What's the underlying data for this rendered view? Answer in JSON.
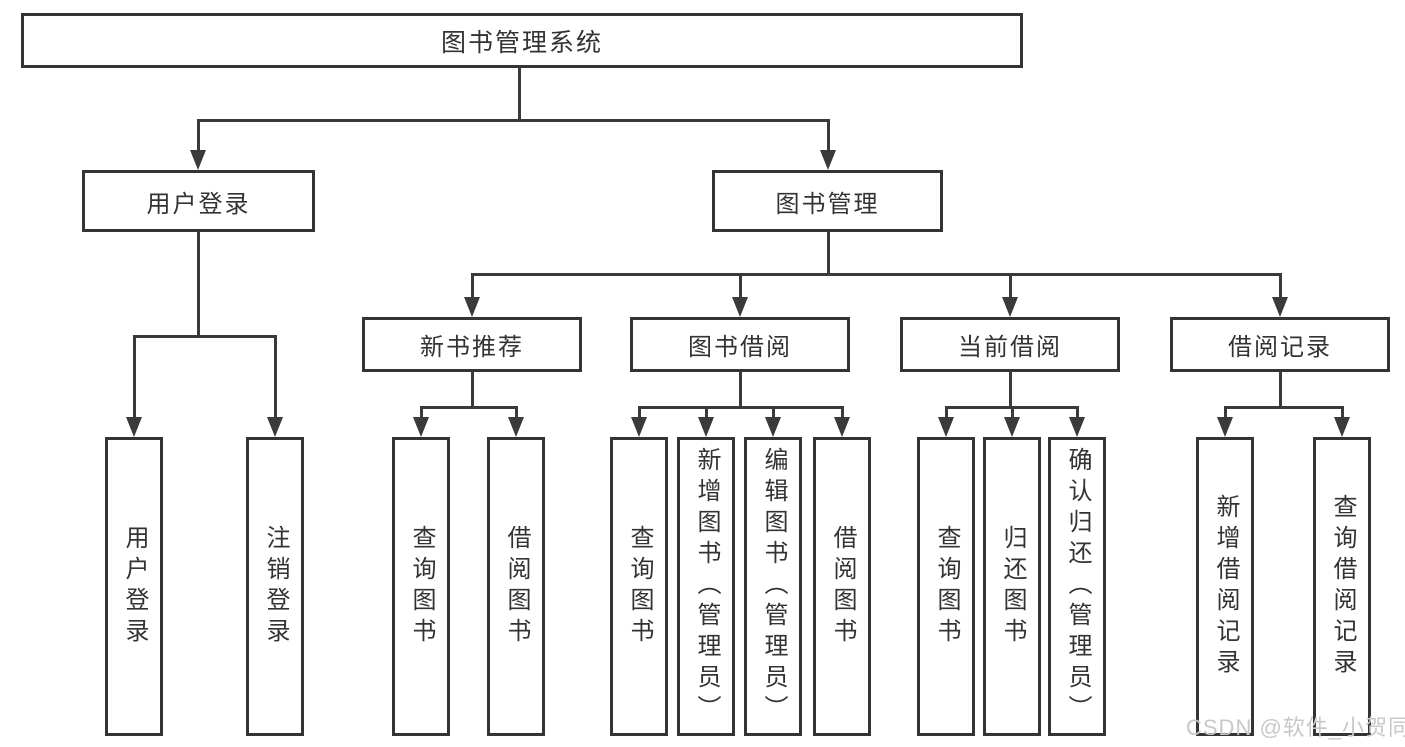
{
  "tree": {
    "root": "图书管理系统",
    "branches": [
      {
        "label": "用户登录",
        "children": [
          "用户登录",
          "注销登录"
        ]
      },
      {
        "label": "图书管理",
        "children": [
          {
            "label": "新书推荐",
            "children": [
              "查询图书",
              "借阅图书"
            ]
          },
          {
            "label": "图书借阅",
            "children": [
              "查询图书",
              "新增图书（管理员）",
              "编辑图书（管理员）",
              "借阅图书"
            ]
          },
          {
            "label": "当前借阅",
            "children": [
              "查询图书",
              "归还图书",
              "确认归还（管理员）"
            ]
          },
          {
            "label": "借阅记录",
            "children": [
              "新增借阅记录",
              "查询借阅记录"
            ]
          }
        ]
      }
    ]
  },
  "watermark": "CSDN @软件_小贺同学",
  "colors": {
    "line": "#3a3a3a",
    "box_border": "#343434",
    "text": "#333333",
    "watermark_gray": "#c8c8c8"
  }
}
